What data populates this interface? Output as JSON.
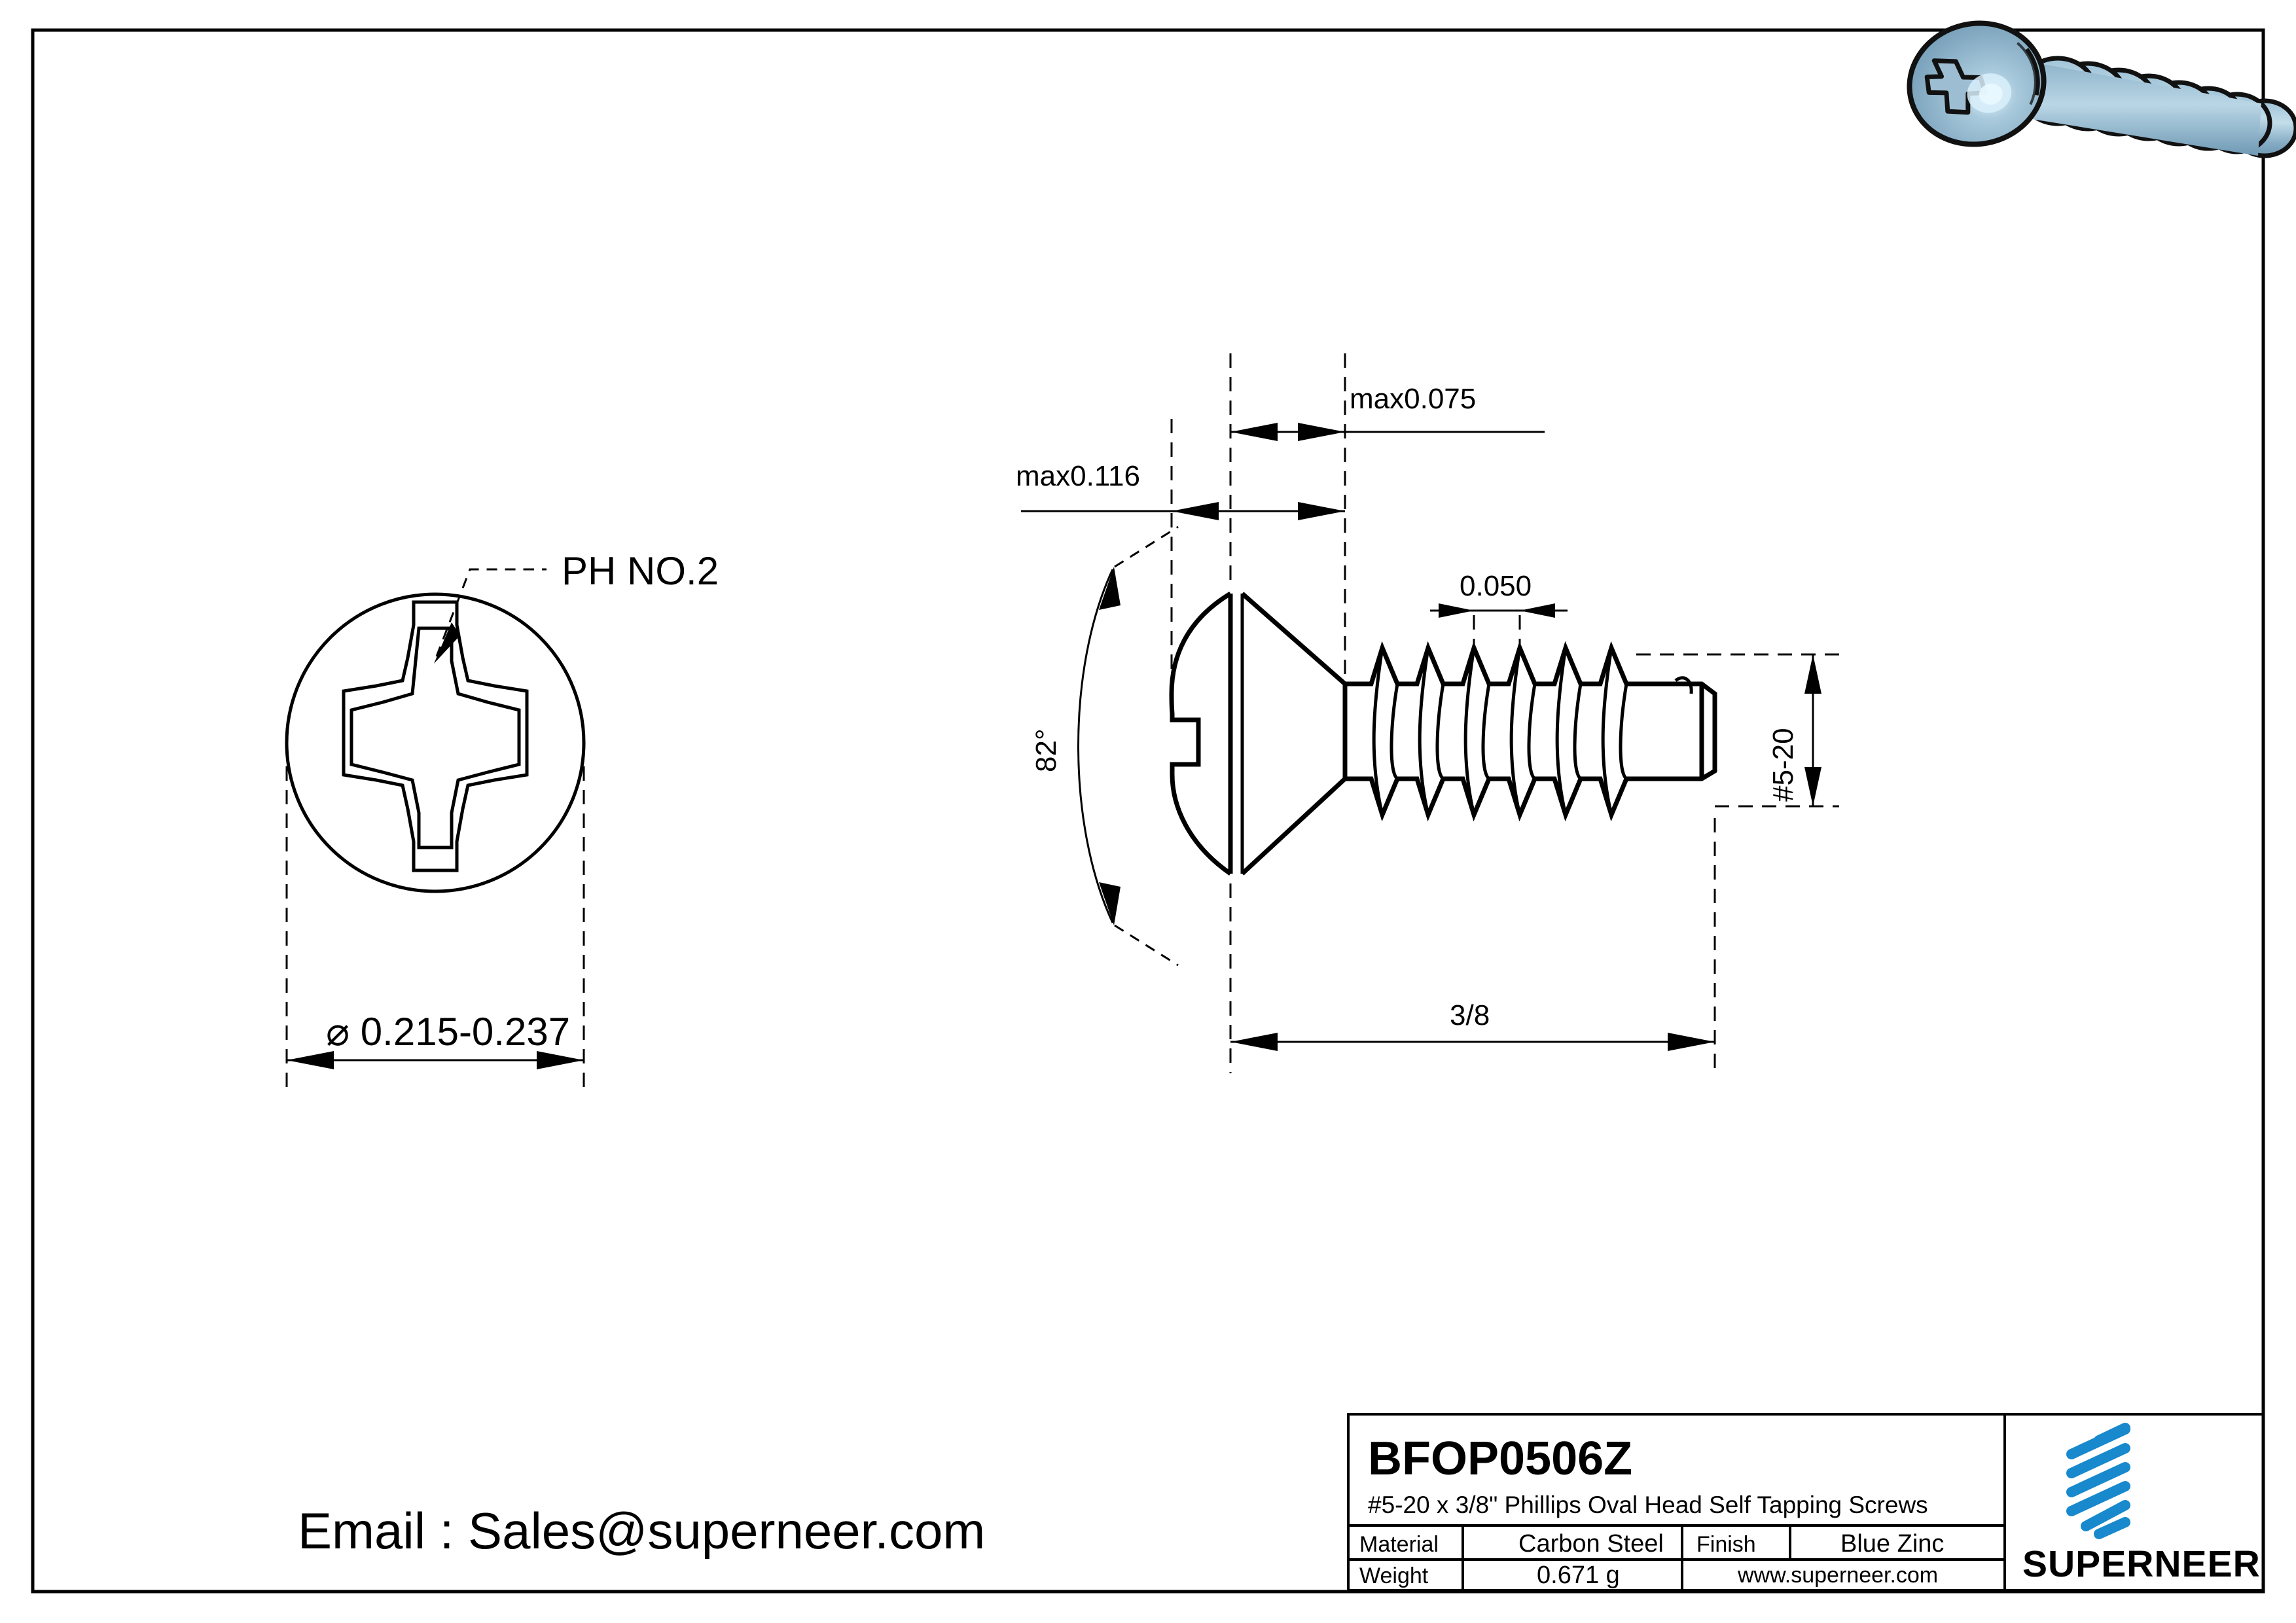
{
  "drawing": {
    "sheet_border": true,
    "views": {
      "head_view": {
        "callout_label": "PH NO.2",
        "diameter_dim": "⌀ 0.215-0.237"
      },
      "side_view": {
        "dim_head_height": "max0.116",
        "dim_head_thickness": "max0.075",
        "dim_thread_pitch": "0.050",
        "dim_head_angle": "82°",
        "dim_thread_size": "#5-20",
        "dim_length": "3/8"
      }
    }
  },
  "contact": {
    "email_line": "Email : Sales@superneer.com"
  },
  "title_block": {
    "part_number": "BFOP0506Z",
    "description": "#5-20 x 3/8\" Phillips Oval Head Self Tapping Screws",
    "rows": [
      {
        "label": "Material",
        "value": "Carbon Steel",
        "label2": "Finish",
        "value2": "Blue Zinc"
      },
      {
        "label": "Weight",
        "value": "0.671 g",
        "website": "www.superneer.com"
      }
    ],
    "material_label": "Material",
    "material_value": "Carbon Steel",
    "finish_label": "Finish",
    "finish_value": "Blue Zinc",
    "weight_label": "Weight",
    "weight_value": "0.671 g",
    "website": "www.superneer.com"
  },
  "brand": {
    "name": "SUPERNEER",
    "color": "#1789cc",
    "logo_stripes": 7
  },
  "colors": {
    "line": "#000000",
    "background": "#ffffff",
    "brand_blue": "#1789cc",
    "render_body": "#8fb4cb",
    "render_highlight": "#d8eef8",
    "render_shadow": "#5f8aa5"
  }
}
